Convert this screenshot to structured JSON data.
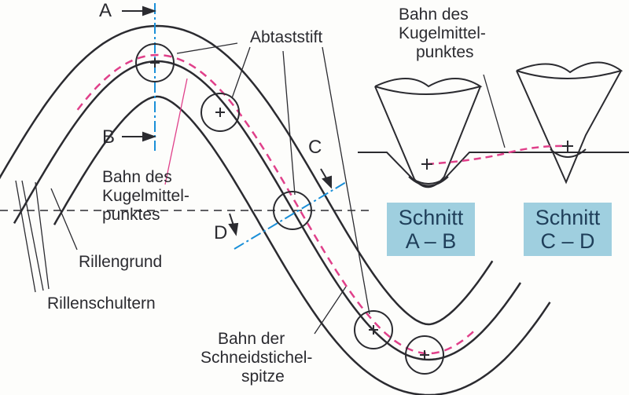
{
  "labels": {
    "a": "A",
    "b": "B",
    "c": "C",
    "d": "D",
    "abtaststift": "Abtaststift",
    "bahn_kugel_left": [
      "Bahn des",
      "Kugelmittel-",
      "punktes"
    ],
    "bahn_kugel_right": [
      "Bahn des",
      "Kugelmittel-",
      "punktes"
    ],
    "rillengrund": "Rillengrund",
    "rillenschultern": "Rillenschultern",
    "bahn_schneid": [
      "Bahn der",
      "Schneidstichel-",
      "spitze"
    ]
  },
  "sections": [
    {
      "title": "Schnitt",
      "sub": "A – B"
    },
    {
      "title": "Schnitt",
      "sub": "C – D"
    }
  ],
  "colors": {
    "line": "#2b2b30",
    "path": "#e0408a",
    "cut": "#1a8fd8",
    "box": "#9fcfdf"
  }
}
